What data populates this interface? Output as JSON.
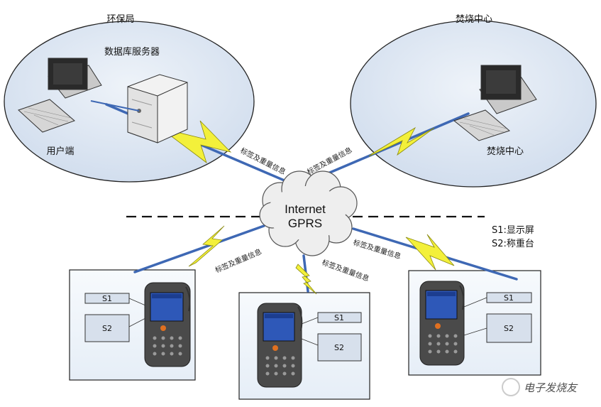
{
  "labels": {
    "env_bureau": "环保局",
    "incineration_top": "焚烧中心",
    "db_server": "数据库服务器",
    "user_end": "用户端",
    "incineration_label": "焚烧中心",
    "cloud_line1": "Internet",
    "cloud_line2": "GPRS",
    "legend_s1": "S1:显示屏",
    "legend_s2": "S2:称重台"
  },
  "link_tags": [
    "标签及重量信息",
    "标签及重量信息",
    "标签及重量信息",
    "标签及重量信息",
    "标签及重量信息"
  ],
  "terminals": [
    {
      "s1": "S1",
      "s2": "S2"
    },
    {
      "s1": "S1",
      "s2": "S2"
    },
    {
      "s1": "S1",
      "s2": "S2"
    }
  ],
  "watermark": "电子发烧友",
  "colors": {
    "ellipse_fill": "#dde7f3",
    "bolt_fill": "#f3f03a",
    "link_blue": "#3e68b4",
    "cloud_fill": "#eeeeee"
  }
}
